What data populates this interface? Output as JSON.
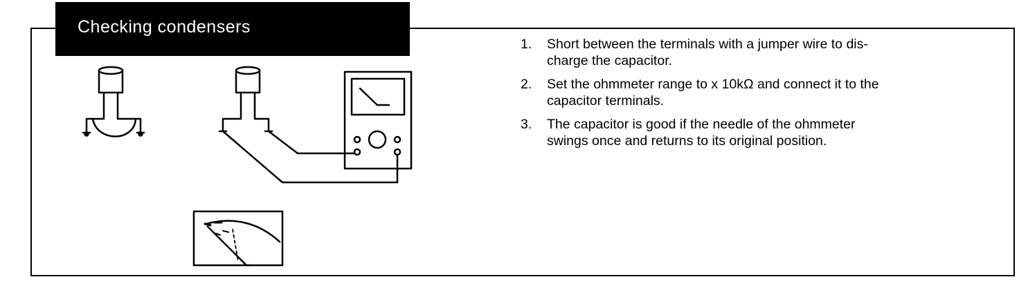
{
  "section": {
    "title": "Checking condensers"
  },
  "steps": [
    {
      "number": "1.",
      "text": "Short between the terminals with a jumper wire to dis-\ncharge the capacitor."
    },
    {
      "number": "2.",
      "text": "Set the ohmmeter range to x 10kΩ and connect it to the\ncapacitor terminals."
    },
    {
      "number": "3.",
      "text": "The capacitor is good if the needle of the ohmmeter\nswings once and returns to its original position."
    }
  ],
  "illustrations": {
    "discharge": "capacitor-with-jumper-icon",
    "measure": "capacitor-with-ohmmeter-icon",
    "meter_detail": "meter-needle-swing-icon"
  }
}
